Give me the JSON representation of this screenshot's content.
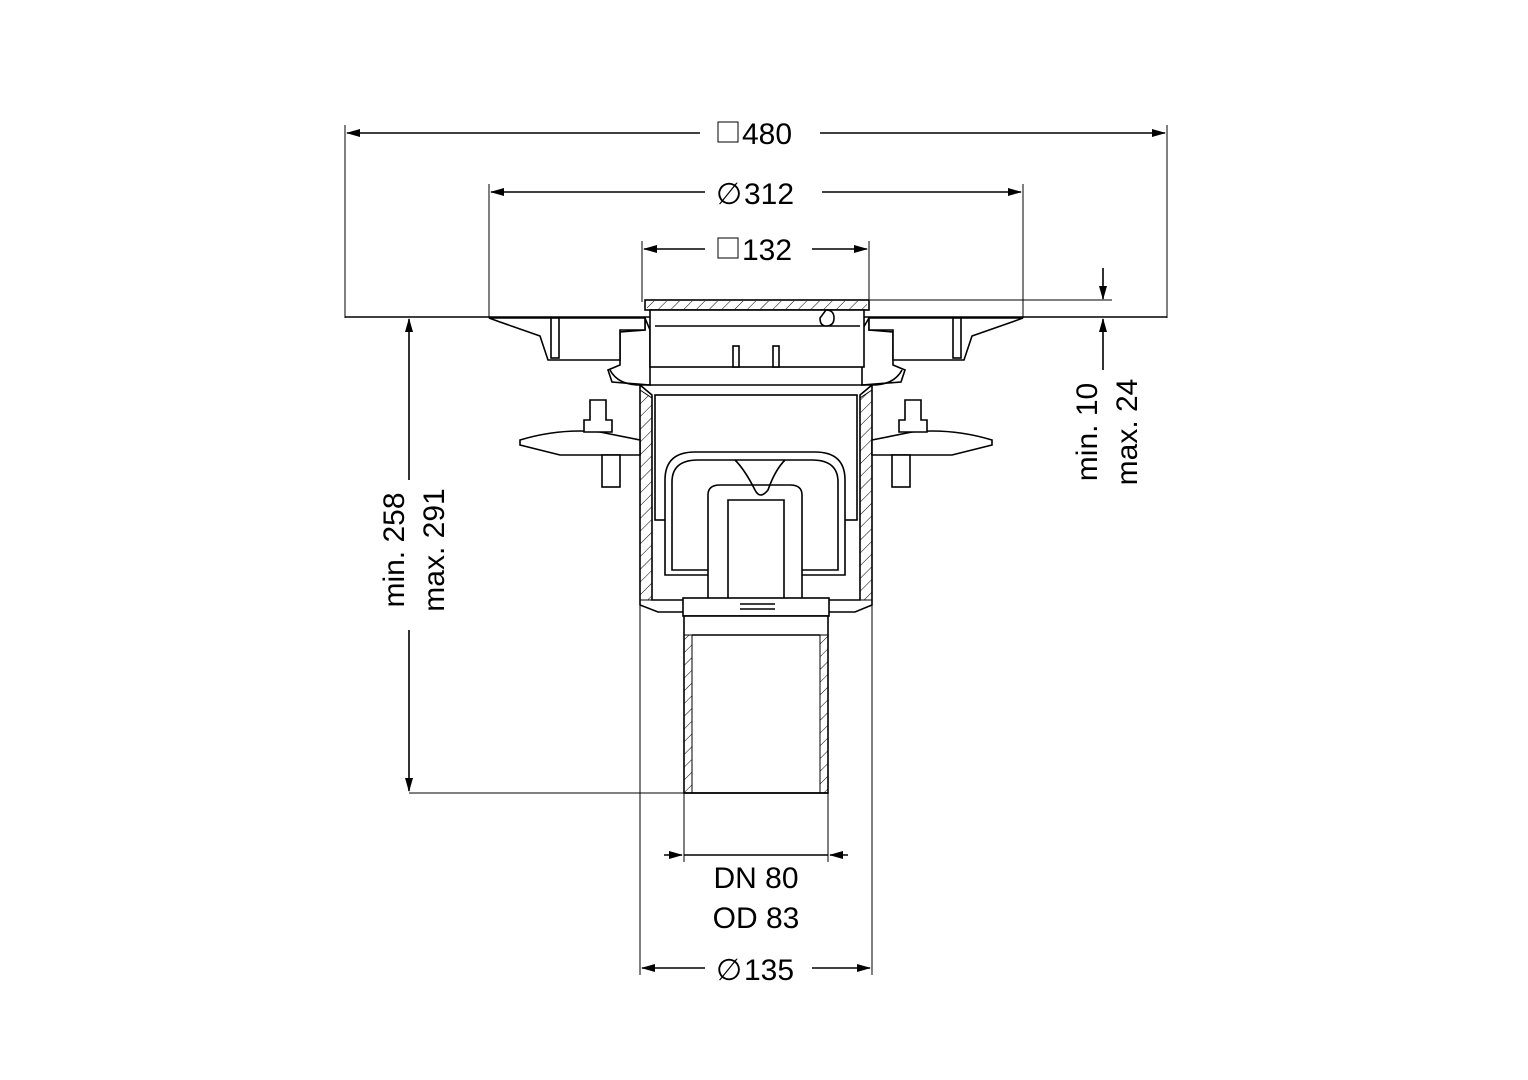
{
  "drawing": {
    "title": "Drain body cross-section with dimensions",
    "dimensions": {
      "overall_width": {
        "symbol": "□",
        "value": "480"
      },
      "flange_diameter": {
        "symbol": "∅",
        "value": "312"
      },
      "grate_width": {
        "symbol": "□",
        "value": "132"
      },
      "height": {
        "min": "min. 258",
        "max": "max. 291"
      },
      "grate_offset": {
        "min": "min. 10",
        "max": "max. 24"
      },
      "outlet_nominal": "DN 80",
      "outlet_outer": "OD 83",
      "body_diameter": {
        "symbol": "∅",
        "value": "135"
      }
    },
    "colors": {
      "line": "#000000",
      "background": "#ffffff"
    }
  }
}
